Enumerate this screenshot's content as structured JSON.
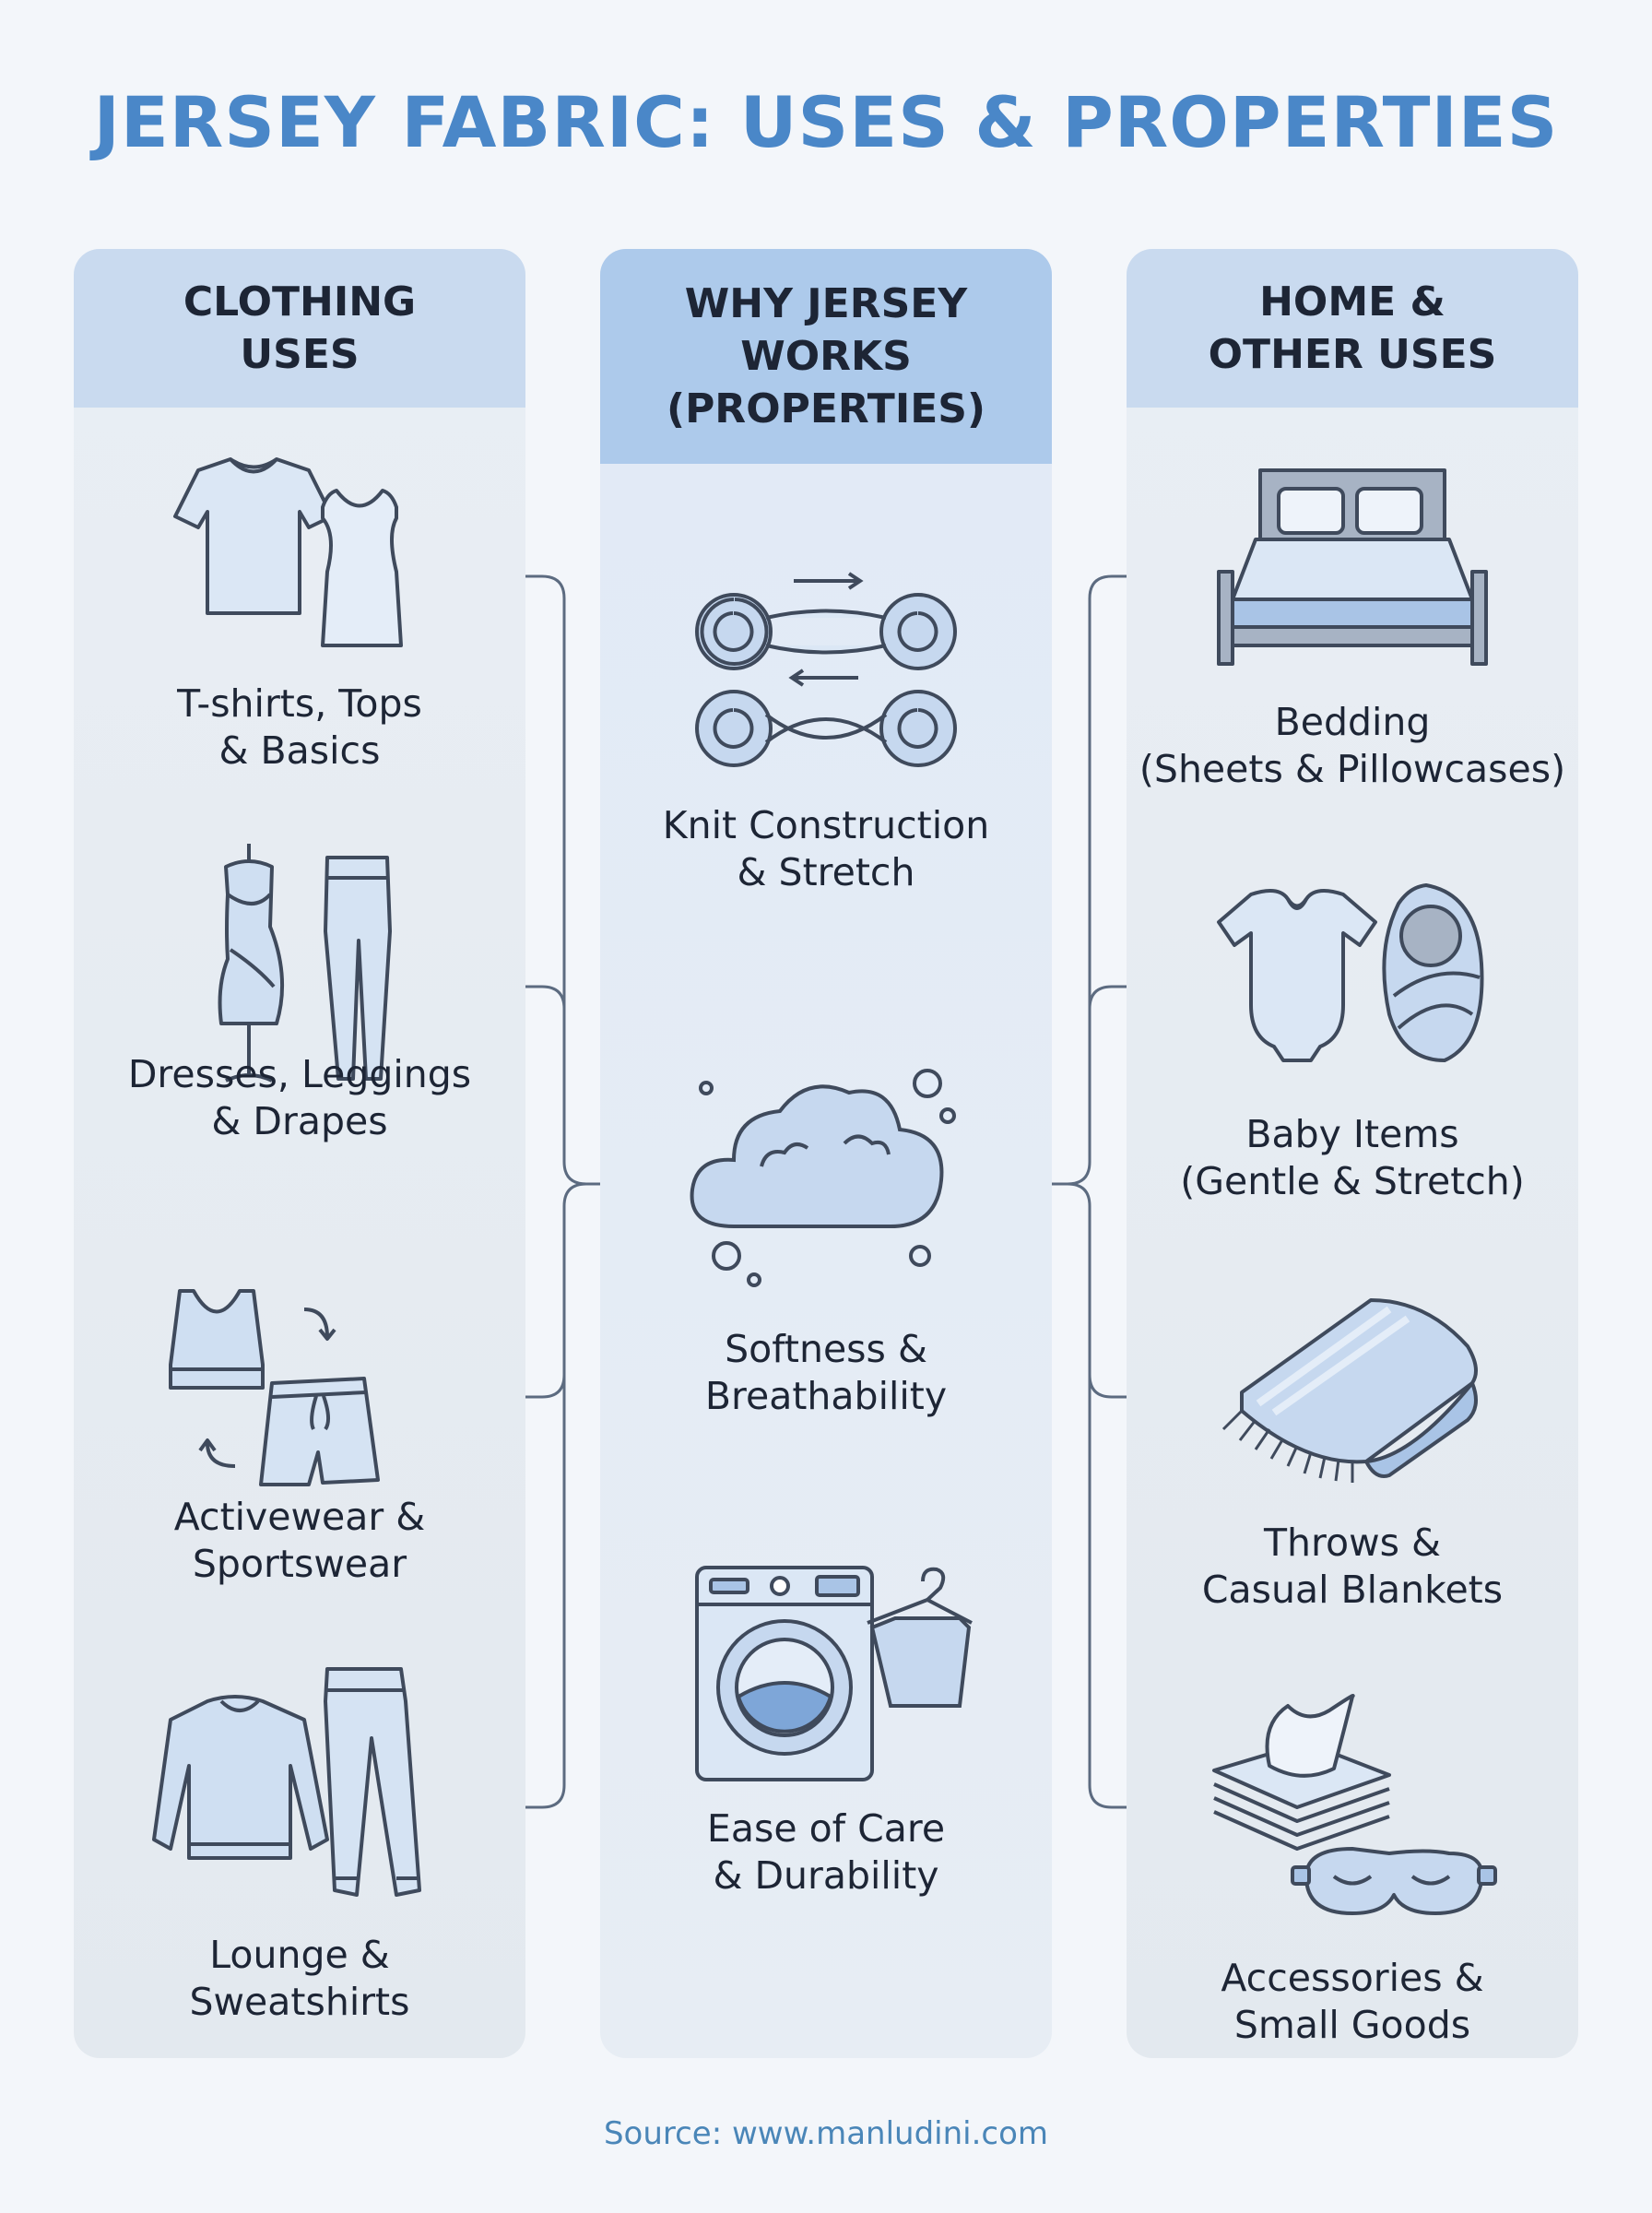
{
  "title": "JERSEY FABRIC: USES & PROPERTIES",
  "columns": {
    "left": {
      "heading": "CLOTHING\nUSES",
      "items": [
        {
          "label": "T-shirts, Tops\n& Basics",
          "icon": "tshirt-tank-icon"
        },
        {
          "label": "Dresses, Leggings\n& Drapes",
          "icon": "dress-leggings-icon"
        },
        {
          "label": "Activewear &\nSportswear",
          "icon": "sports-bra-shorts-icon"
        },
        {
          "label": "Lounge &\nSweatshirts",
          "icon": "sweatshirt-joggers-icon"
        }
      ]
    },
    "middle": {
      "heading": "WHY JERSEY\nWORKS\n(PROPERTIES)",
      "items": [
        {
          "label": "Knit Construction\n& Stretch",
          "icon": "yarn-stretch-icon"
        },
        {
          "label": "Softness &\nBreathability",
          "icon": "cloud-icon"
        },
        {
          "label": "Ease of Care\n& Durability",
          "icon": "washing-machine-icon"
        }
      ]
    },
    "right": {
      "heading": "HOME &\nOTHER USES",
      "items": [
        {
          "label": "Bedding\n(Sheets & Pillowcases)",
          "icon": "bed-icon"
        },
        {
          "label": "Baby Items\n(Gentle & Stretch)",
          "icon": "baby-onesie-icon"
        },
        {
          "label": "Throws &\nCasual Blankets",
          "icon": "folded-blanket-icon"
        },
        {
          "label": "Accessories &\nSmall Goods",
          "icon": "tissues-eye-mask-icon"
        }
      ]
    }
  },
  "colors": {
    "title": "#4a87c8",
    "header": "#c9daef",
    "header_mid": "#adcaeb",
    "connector": "#5c6b80",
    "icon_fill": "#cfdff2",
    "icon_stroke": "#3f4a5c"
  },
  "source": "Source: www.manludini.com"
}
